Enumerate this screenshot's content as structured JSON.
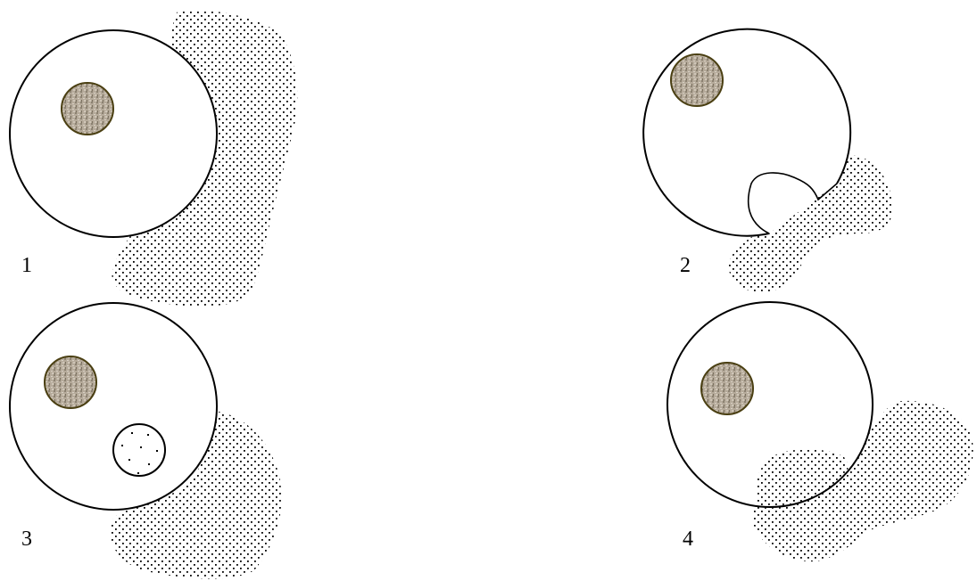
{
  "diagram": {
    "panels": [
      {
        "label": "1"
      },
      {
        "label": "2"
      },
      {
        "label": "3"
      },
      {
        "label": "4"
      }
    ],
    "colors": {
      "outline": "#000000",
      "nucleus_fill": "#b5aa9a",
      "nucleus_stroke": "#4a3f12",
      "stipple": "#000000",
      "background": "#ffffff"
    }
  }
}
